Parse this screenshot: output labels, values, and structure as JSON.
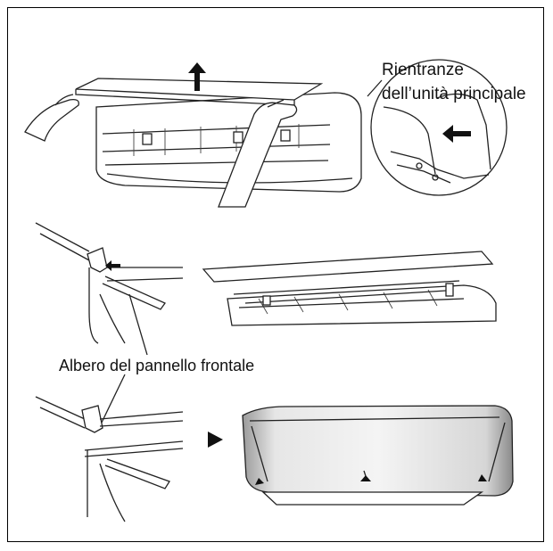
{
  "labels": {
    "recesses_line1": "Rientranze",
    "recesses_line2": "dell’unità principale",
    "shaft": "Albero del pannello frontale"
  },
  "colors": {
    "line": "#222222",
    "shade": "#d9d9d9",
    "background": "#ffffff"
  }
}
